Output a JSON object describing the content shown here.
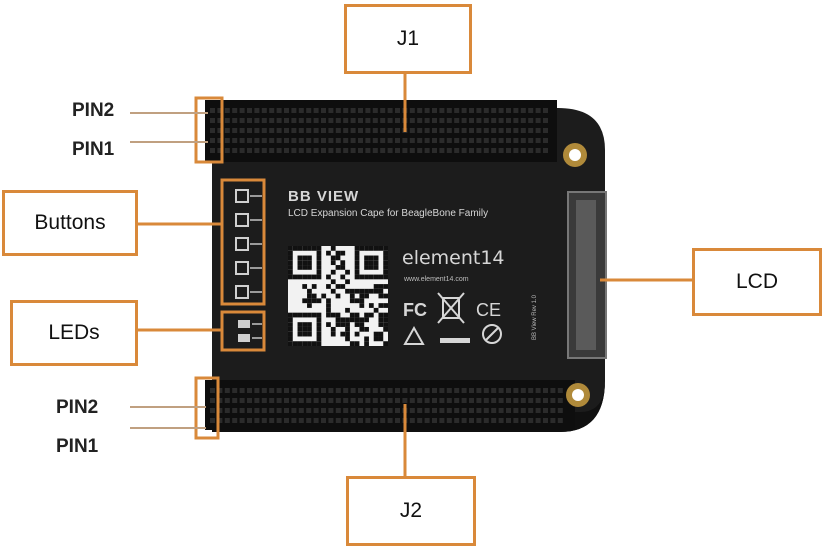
{
  "callouts": {
    "j1": "J1",
    "j2": "J2",
    "buttons": "Buttons",
    "leds": "LEDs",
    "lcd": "LCD"
  },
  "pin_labels": {
    "top_pin2": "PIN2",
    "top_pin1": "PIN1",
    "bottom_pin2": "PIN2",
    "bottom_pin1": "PIN1"
  },
  "board": {
    "title": "BB VIEW",
    "subtitle": "LCD Expansion Cape for BeagleBone Family",
    "brand": "element14",
    "website": "www.element14.com",
    "rev_text": "BB View Rev 1.0",
    "fc_mark": "FC",
    "ce_mark": "CE"
  },
  "colors": {
    "accent": "#d9893a",
    "board": "#1c1c1c",
    "header": "#0e0e0e",
    "silkscreen": "#d6d6d6"
  }
}
